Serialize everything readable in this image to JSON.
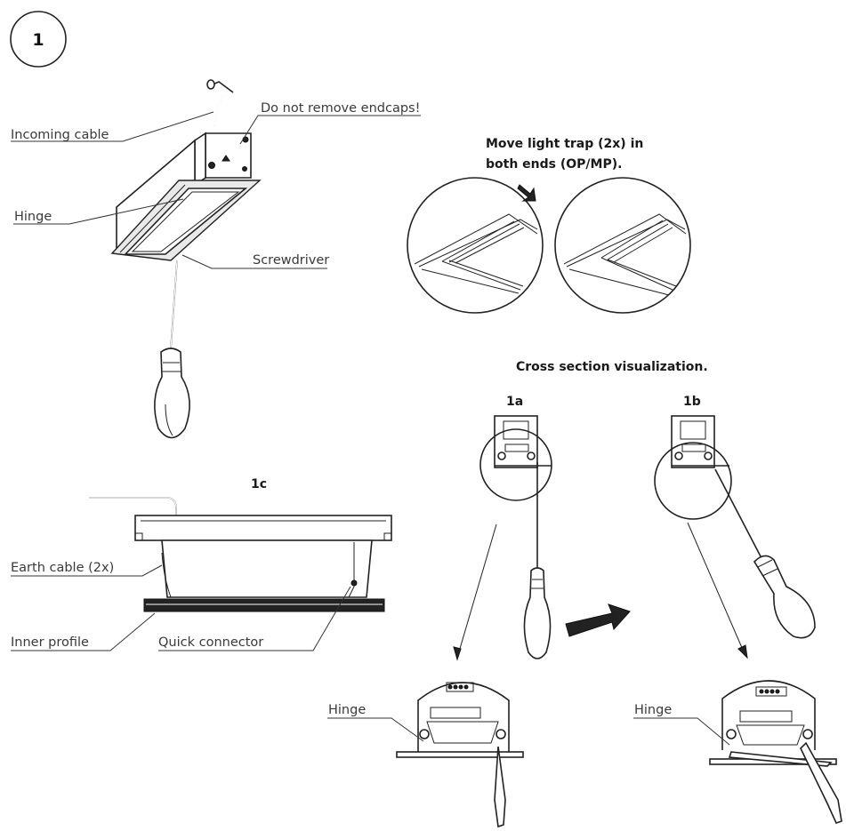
{
  "step_number": "1",
  "labels": {
    "incoming_cable": "Incoming cable",
    "do_not_remove_endcaps": "Do not remove endcaps!",
    "hinge_top": "Hinge",
    "screwdriver": "Screwdriver",
    "move_light_trap_line1": "Move light trap (2x) in",
    "move_light_trap_line2": "both ends (OP/MP).",
    "cross_section": "Cross section visualization.",
    "view_1a": "1a",
    "view_1b": "1b",
    "view_1c": "1c",
    "earth_cable": "Earth cable (2x)",
    "inner_profile": "Inner profile",
    "quick_connector": "Quick connector",
    "hinge_1a": "Hinge",
    "hinge_1b": "Hinge"
  }
}
